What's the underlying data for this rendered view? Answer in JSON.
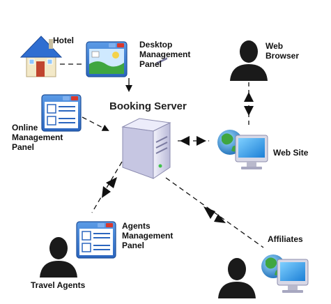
{
  "title": "Booking Server",
  "labels": {
    "hotel": "Hotel",
    "desktop_panel": "Desktop\nManagement\nPanel",
    "web_browser": "Web\nBrowser",
    "online_panel": "Online\nManagement\nPanel",
    "web_site": "Web Site",
    "agents_panel": "Agents\nManagement\nPanel",
    "affiliates": "Affiliates",
    "travel_agents": "Travel Agents"
  },
  "colors": {
    "window_blue": "#3f7fd0",
    "window_border": "#1f4f99",
    "close_red": "#d9382c",
    "globe_blue": "#2a8fd6",
    "globe_green": "#3fa640",
    "server_body": "#dcdcf0",
    "person": "#1a1a1a",
    "house_roof": "#2f6ed1",
    "house_wall": "#f3e9c8"
  }
}
